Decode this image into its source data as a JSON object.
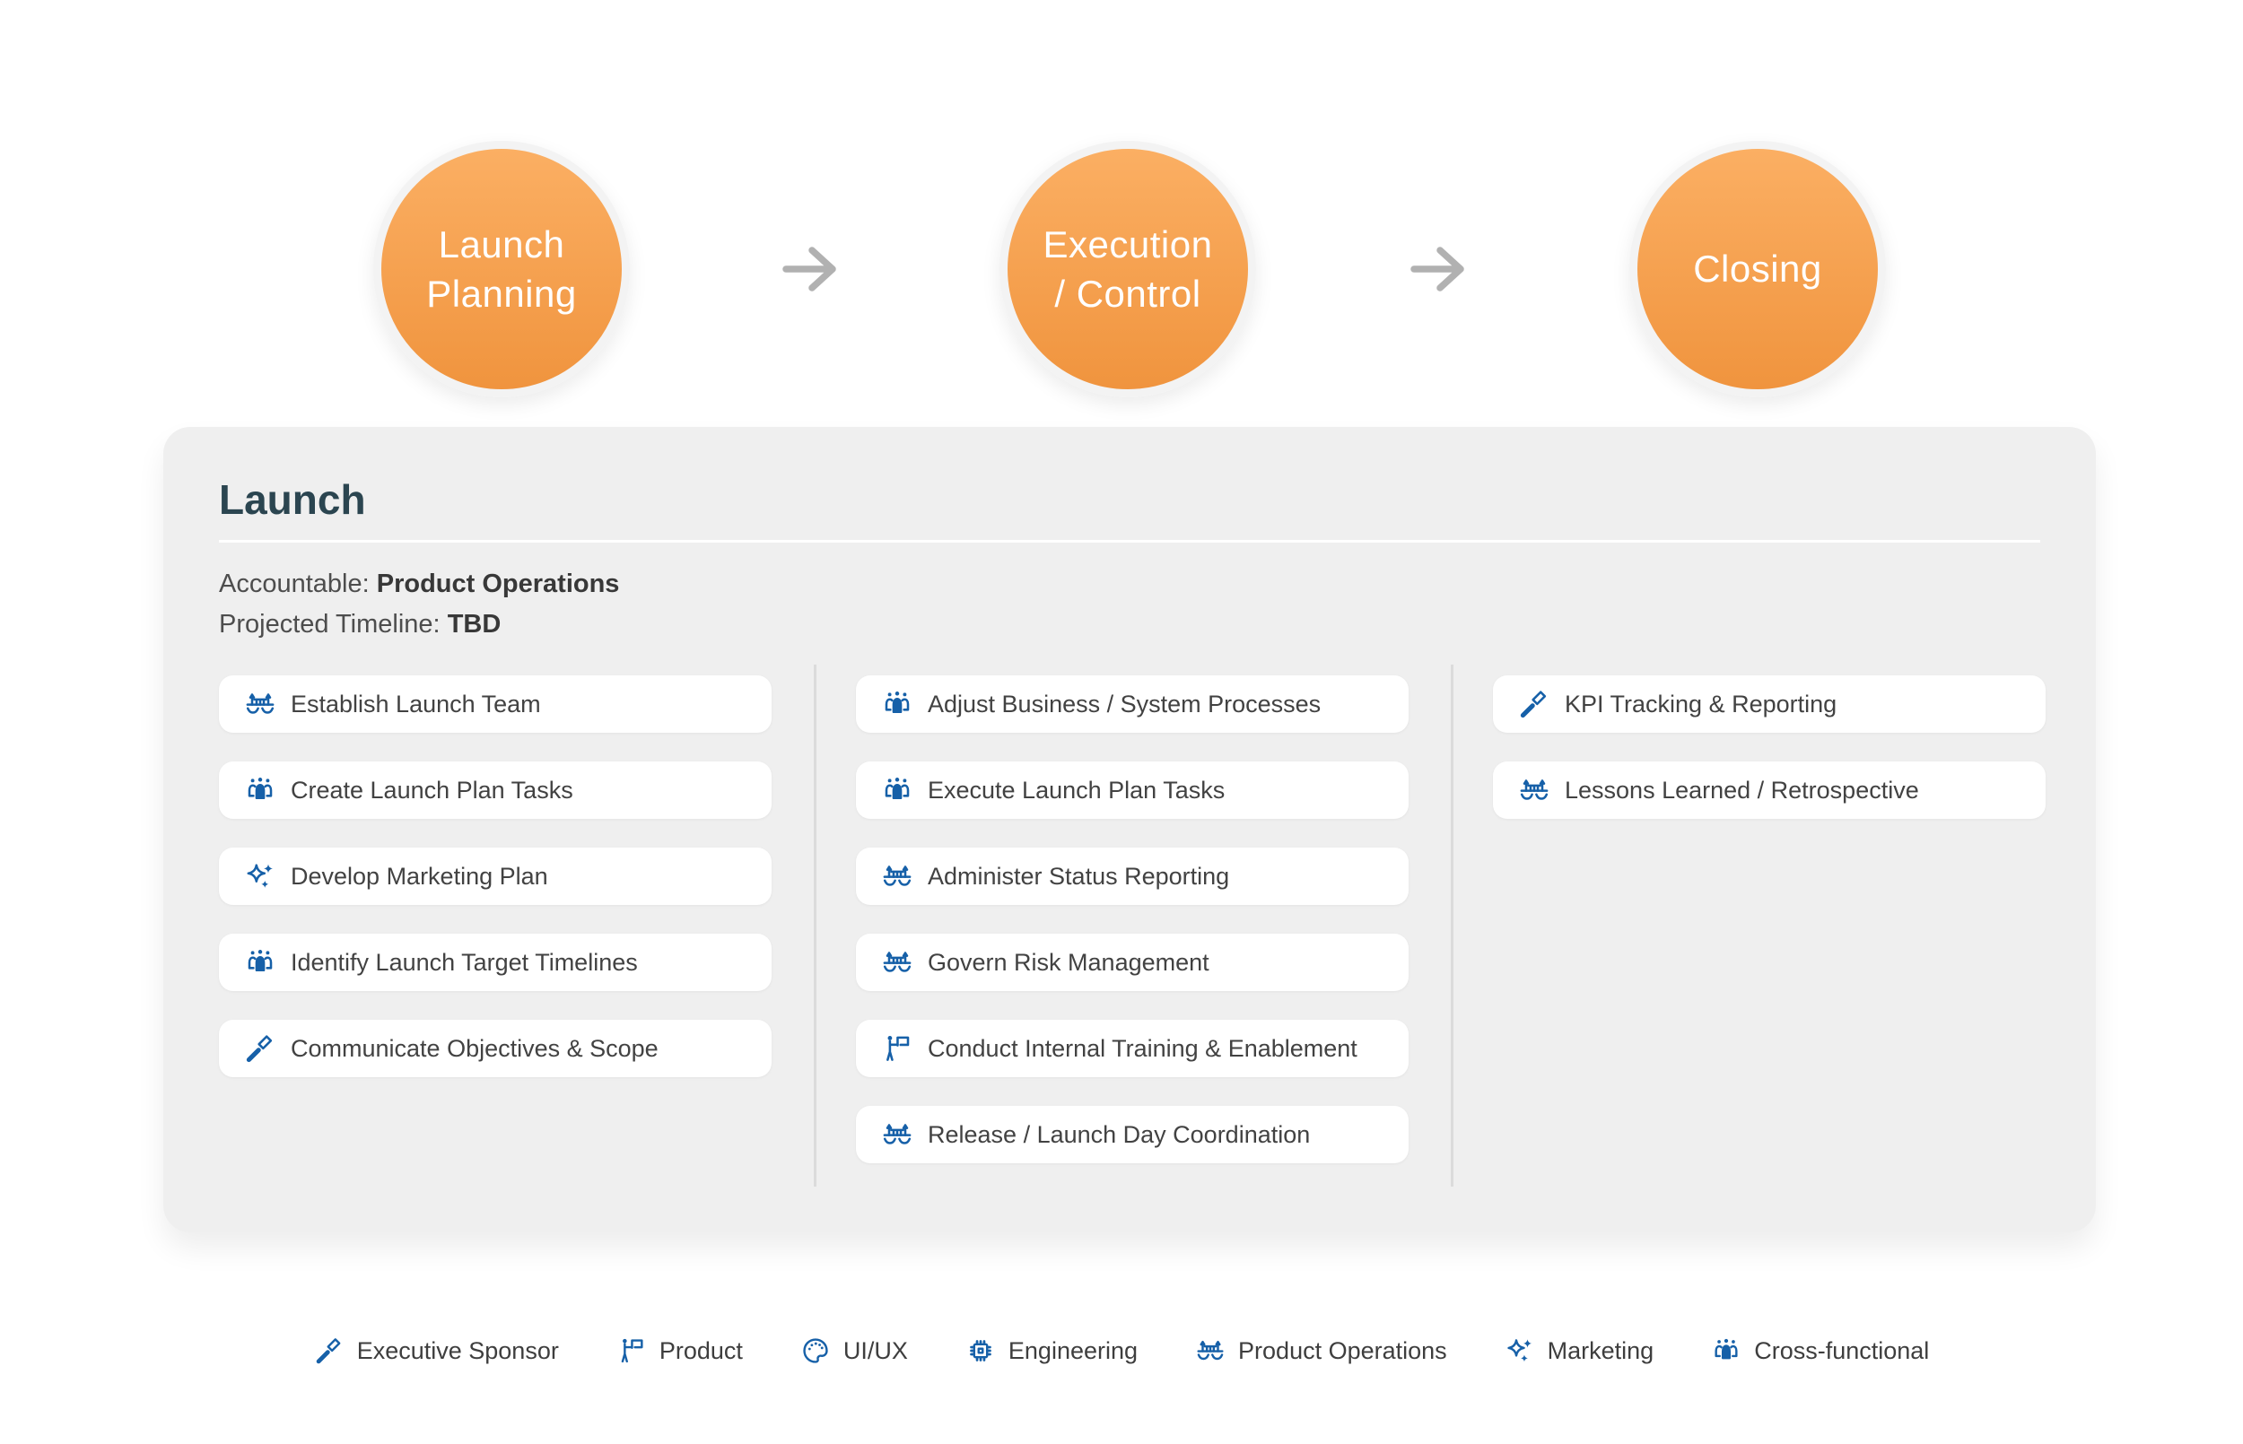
{
  "stages": [
    {
      "label": "Launch\nPlanning"
    },
    {
      "label": "Execution\n/ Control"
    },
    {
      "label": "Closing"
    }
  ],
  "panel": {
    "title": "Launch",
    "accountable_label": "Accountable:",
    "accountable_value": "Product Operations",
    "timeline_label": "Projected Timeline:",
    "timeline_value": "TBD",
    "columns": [
      {
        "tasks": [
          {
            "icon": "product-operations",
            "label": "Establish Launch Team"
          },
          {
            "icon": "cross-functional",
            "label": "Create Launch Plan Tasks"
          },
          {
            "icon": "marketing",
            "label": "Develop Marketing Plan"
          },
          {
            "icon": "cross-functional",
            "label": "Identify Launch Target Timelines"
          },
          {
            "icon": "executive-sponsor",
            "label": "Communicate Objectives & Scope"
          }
        ]
      },
      {
        "tasks": [
          {
            "icon": "cross-functional",
            "label": "Adjust Business / System Processes"
          },
          {
            "icon": "cross-functional",
            "label": "Execute Launch Plan Tasks"
          },
          {
            "icon": "product-operations",
            "label": "Administer Status Reporting"
          },
          {
            "icon": "product-operations",
            "label": "Govern Risk Management"
          },
          {
            "icon": "product",
            "label": "Conduct Internal Training & Enablement"
          },
          {
            "icon": "product-operations",
            "label": "Release / Launch Day Coordination"
          }
        ]
      },
      {
        "tasks": [
          {
            "icon": "executive-sponsor",
            "label": "KPI Tracking & Reporting"
          },
          {
            "icon": "product-operations",
            "label": "Lessons Learned / Retrospective"
          }
        ]
      }
    ]
  },
  "legend": {
    "items": [
      {
        "icon": "executive-sponsor",
        "label": "Executive Sponsor"
      },
      {
        "icon": "product",
        "label": "Product"
      },
      {
        "icon": "ui-ux",
        "label": "UI/UX"
      },
      {
        "icon": "engineering",
        "label": "Engineering"
      },
      {
        "icon": "product-operations",
        "label": "Product Operations"
      },
      {
        "icon": "marketing",
        "label": "Marketing"
      },
      {
        "icon": "cross-functional",
        "label": "Cross-functional"
      }
    ]
  },
  "colors": {
    "stage_orange_top": "#FBAF63",
    "stage_orange_bottom": "#F0943E",
    "circle_ring": "#F3F3F3",
    "icon_blue": "#1660A8",
    "arrow_gray": "#B1B1B1",
    "panel_bg": "#EFEFEF",
    "card_bg": "#FFFFFF",
    "title_text": "#2B4550"
  }
}
